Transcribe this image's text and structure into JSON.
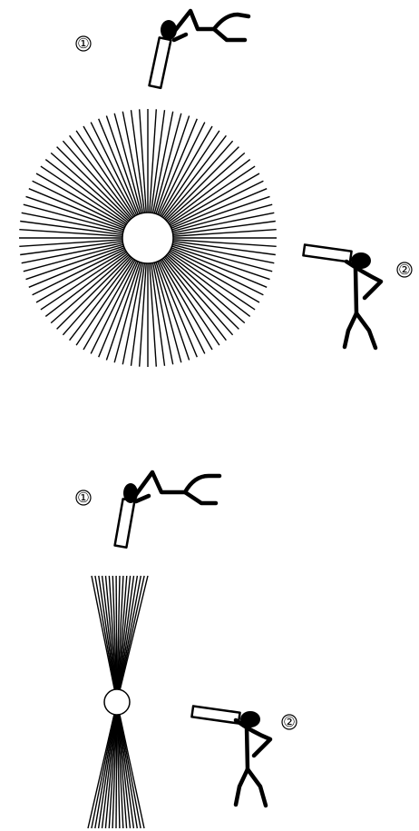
{
  "diagrams": [
    {
      "id": "isotropic-emission",
      "observers": [
        {
          "marker": "①",
          "pose": "looking-down"
        },
        {
          "marker": "②",
          "pose": "looking-sideways"
        }
      ]
    },
    {
      "id": "beamed-emission",
      "observers": [
        {
          "marker": "①",
          "pose": "looking-down"
        },
        {
          "marker": "②",
          "pose": "looking-sideways"
        }
      ]
    }
  ],
  "colors": {
    "ink": "#000000",
    "paper": "#ffffff"
  },
  "icons": {
    "observer_top": "telescope-observer-icon",
    "observer_side": "telescope-observer-icon"
  }
}
